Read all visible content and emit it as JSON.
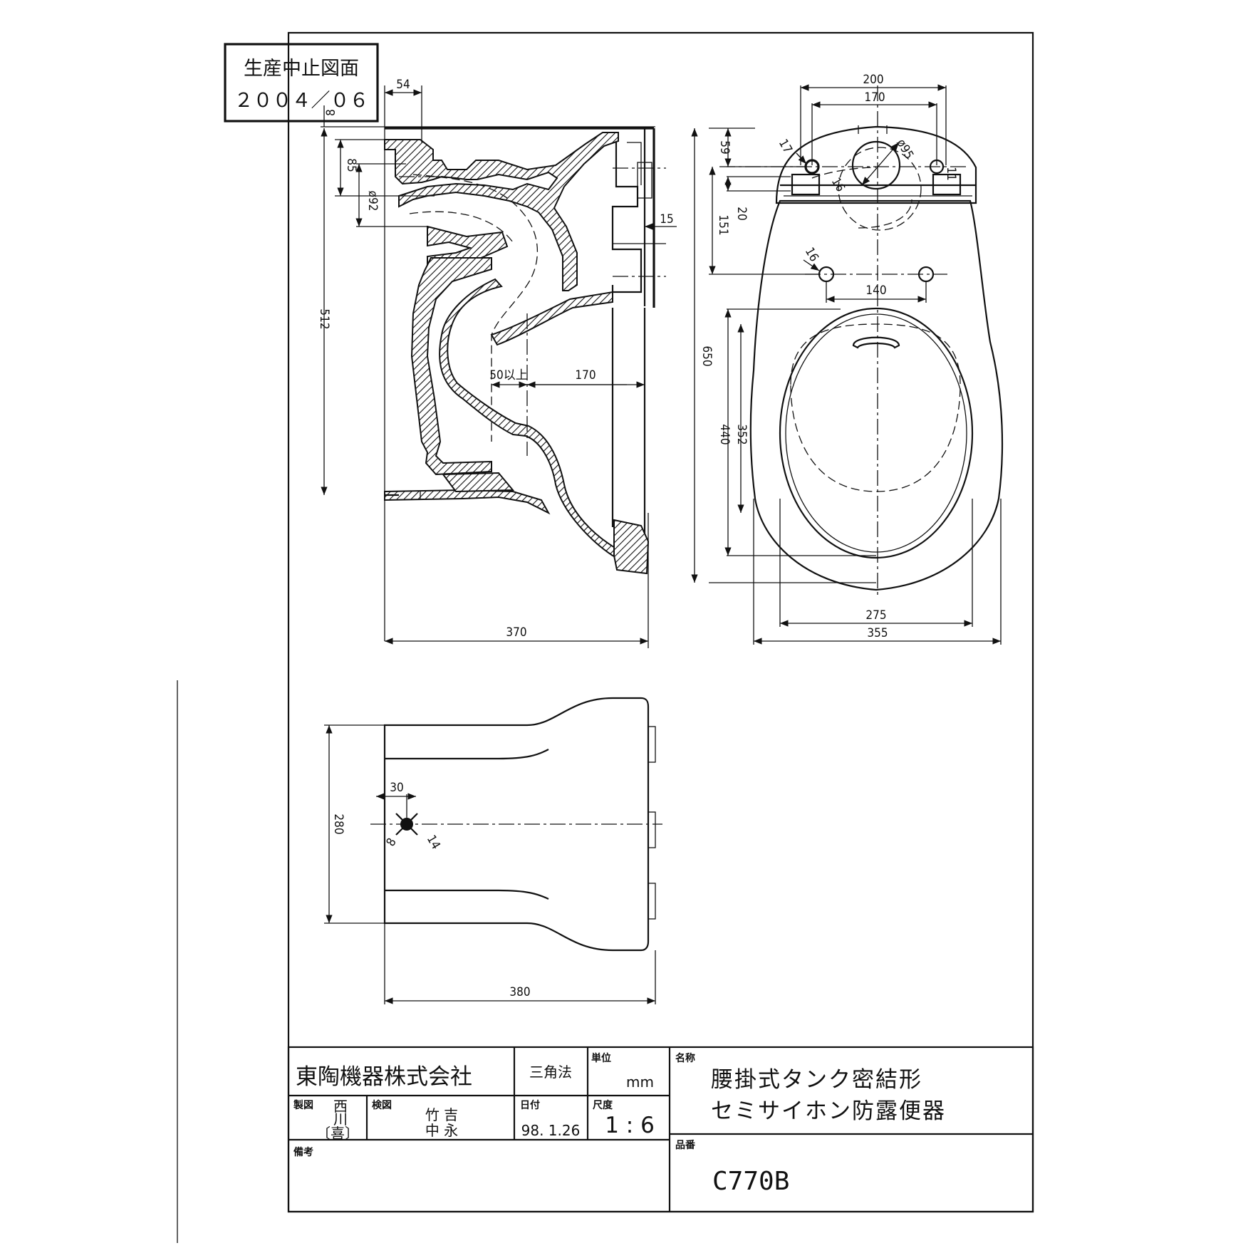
{
  "stamp": {
    "line1": "生産中止図面",
    "line2": "２００４／０６"
  },
  "dimensions": {
    "side_view": {
      "d54": "54",
      "d8": "8",
      "d85": "85",
      "d92": "ø92",
      "d512": "512",
      "d15": "15",
      "d50": "50以上",
      "d170": "170",
      "d370": "370"
    },
    "top_view": {
      "d200": "200",
      "d170": "170",
      "d17": "17",
      "d95": "ø95",
      "d16a": "16",
      "d11": "11",
      "d59": "59",
      "d20": "20",
      "d151": "151",
      "d16b": "16",
      "d140": "140",
      "d650": "650",
      "d440": "440",
      "d352": "352",
      "d275": "275",
      "d355": "355"
    },
    "bottom_view": {
      "d30": "30",
      "d8": "8",
      "d14": "14",
      "d280": "280",
      "d380": "380"
    }
  },
  "title_block": {
    "company": "東陶機器株式会社",
    "projection": "三角法",
    "unit_label": "単位",
    "unit_value": "mm",
    "name_label": "名称",
    "name_line1": "腰掛式タンク密結形",
    "name_line2": "セミサイホン防露便器",
    "drawn_label": "製図",
    "drawn_value1": "西",
    "drawn_value2": "川",
    "drawn_value3": "〔喜〕",
    "checked_label": "検図",
    "checked_line1": "竹 吉",
    "checked_line2": "中 永",
    "date_label": "日付",
    "date_value": "98. 1.26",
    "scale_label": "尺度",
    "scale_value": "1 : 6",
    "part_label": "品番",
    "part_value": "C770B",
    "remarks_label": "備考"
  }
}
